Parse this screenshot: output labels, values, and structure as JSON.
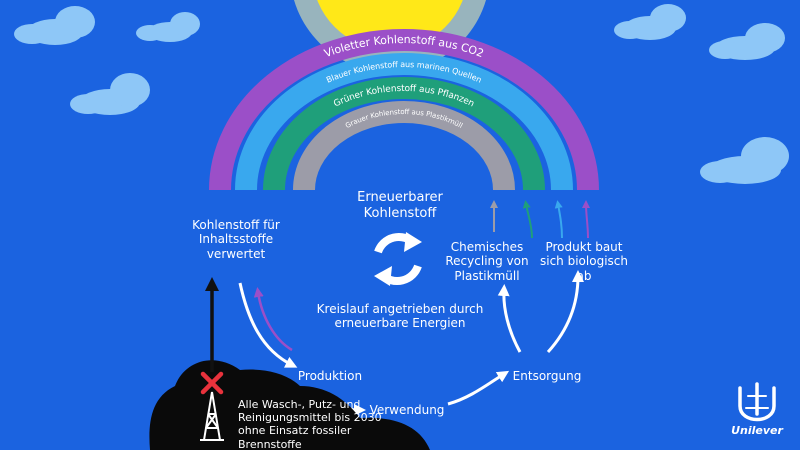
{
  "diagram": {
    "bands": [
      {
        "label": "Violetter Kohlenstoff aus CO2",
        "color": "#9b4fc8"
      },
      {
        "label": "Blauer Kohlenstoff aus marinen Quellen",
        "color": "#39a8ee"
      },
      {
        "label": "Grüner Kohlenstoff aus Pflanzen",
        "color": "#1f9f7a"
      },
      {
        "label": "Grauer Kohlenstoff aus Plastikmüll",
        "color": "#9c9ca8"
      }
    ],
    "center_title": "Erneuerbarer Kohlenstoff",
    "cycle_text": "Kreislauf angetrieben durch erneuerbare Energien",
    "nodes": {
      "inhaltsstoffe": "Kohlenstoff für Inhaltsstoffe verwertet",
      "recycling": "Chemisches Recycling von Plastikmüll",
      "biologisch": "Produkt baut sich biologisch ab",
      "produktion": "Produktion",
      "verwendung": "Verwendung",
      "entsorgung": "Entsorgung"
    },
    "fossil_note": "Alle Wasch-, Putz- und Reinigungsmittel bis 2030 ohne Einsatz fossiler Brennstoffe",
    "brand": "Unilever",
    "colors": {
      "sky": "#1b63e0",
      "sun": "#ffe818",
      "violet": "#9b4fc8",
      "blue": "#39a8ee",
      "green": "#1f9f7a",
      "grey": "#9c9ca8",
      "cross": "#e8323c"
    },
    "icons": [
      "recycle-arrows-icon",
      "oil-rig-icon",
      "cross-icon",
      "unilever-logo-icon",
      "cloud-icon",
      "sun-icon"
    ]
  }
}
